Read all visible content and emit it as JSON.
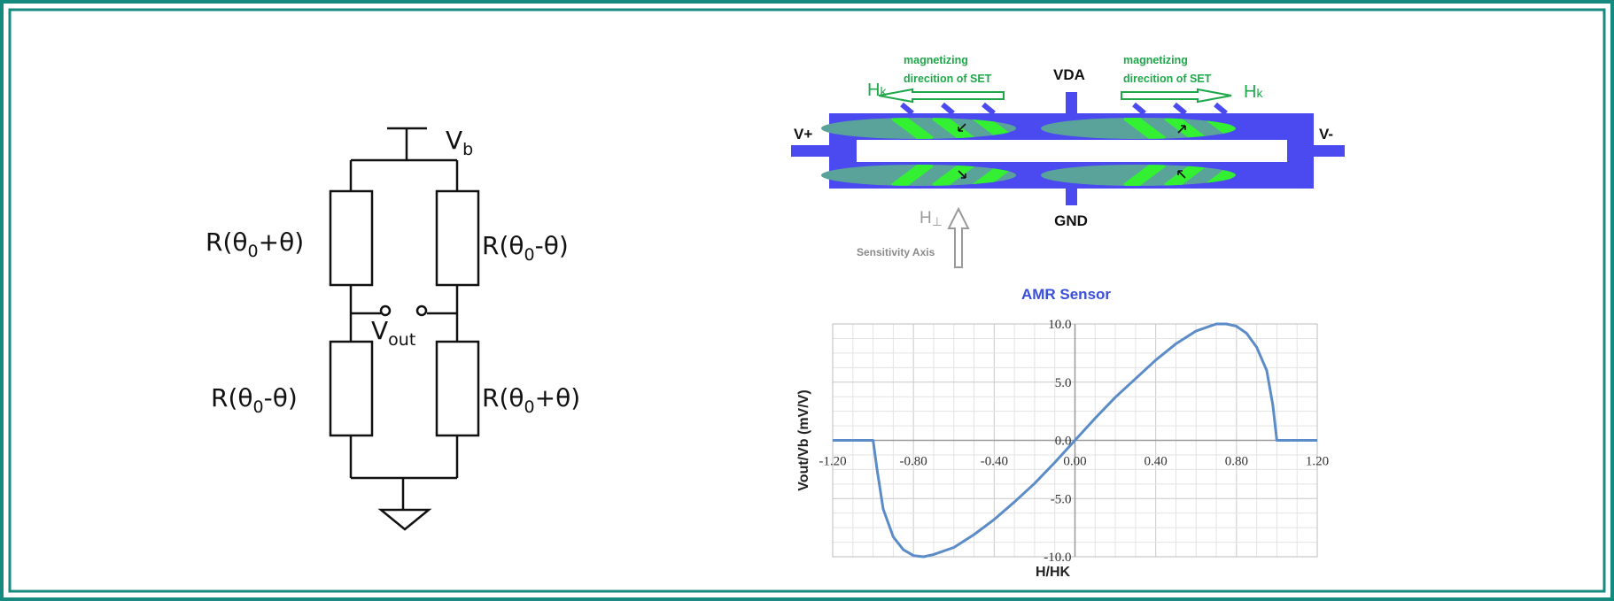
{
  "frame": {
    "outer_color": "#178a80",
    "inner_color": "#178a80"
  },
  "bridge": {
    "supply_label": "V",
    "supply_sub": "b",
    "output_label": "V",
    "output_sub": "out",
    "top_left": {
      "pre": "R(θ",
      "sub": "0",
      "post": "+θ)"
    },
    "top_right": {
      "pre": "R(θ",
      "sub": "0",
      "post": "-θ)"
    },
    "bottom_left": {
      "pre": "R(θ",
      "sub": "0",
      "post": "-θ)"
    },
    "bottom_right": {
      "pre": "R(θ",
      "sub": "0",
      "post": "+θ)"
    }
  },
  "sensor": {
    "colors": {
      "body": "#4a4af0",
      "strip": "#5aa39a",
      "stripe": "#33f033",
      "arrow": "#1ea84a",
      "axis": "#9a9a9a"
    },
    "vda": "VDA",
    "gnd": "GND",
    "vplus": "V+",
    "vminus": "V-",
    "magnetizing_line1": "magnetizing",
    "magnetizing_line2": "direcition of SET",
    "hk_label": "H",
    "hk_sub": "k",
    "hperp_label": "H",
    "hperp_sub": "⊥",
    "sensitivity_axis": "Sensitivity Axis"
  },
  "chart_data": {
    "type": "line",
    "title": "AMR Sensor",
    "xlabel": "H/HK",
    "ylabel": "Vout/Vb (mV/V)",
    "xlim": [
      -1.2,
      1.2
    ],
    "ylim": [
      -10,
      10
    ],
    "x_ticks": [
      -1.2,
      -0.8,
      -0.4,
      0.0,
      0.4,
      0.8,
      1.2
    ],
    "x_tick_labels": [
      "-1.20",
      "-0.80",
      "-0.40",
      "0.00",
      "0.40",
      "0.80",
      "1.20"
    ],
    "y_ticks": [
      10,
      5,
      0,
      -5,
      -10
    ],
    "y_tick_labels": [
      "10.0",
      "5.0",
      "0.0",
      "-5.0",
      "-10.0"
    ],
    "grid": true,
    "line_color": "#5b8cc8",
    "series": [
      {
        "x": [
          -1.2,
          -1.0,
          -0.98,
          -0.95,
          -0.9,
          -0.85,
          -0.8,
          -0.75,
          -0.7,
          -0.6,
          -0.5,
          -0.4,
          -0.3,
          -0.2,
          -0.1,
          0.0,
          0.1,
          0.2,
          0.3,
          0.4,
          0.5,
          0.6,
          0.7,
          0.75,
          0.8,
          0.85,
          0.9,
          0.95,
          0.98,
          1.0,
          1.2
        ],
        "y": [
          0,
          0,
          -2.5,
          -5.9,
          -8.3,
          -9.4,
          -9.9,
          -10.0,
          -9.8,
          -9.2,
          -8.1,
          -6.8,
          -5.3,
          -3.7,
          -1.9,
          0.0,
          1.9,
          3.7,
          5.3,
          6.9,
          8.3,
          9.4,
          10.0,
          10.0,
          9.8,
          9.2,
          8.0,
          6.0,
          3.0,
          0,
          0
        ]
      }
    ]
  }
}
